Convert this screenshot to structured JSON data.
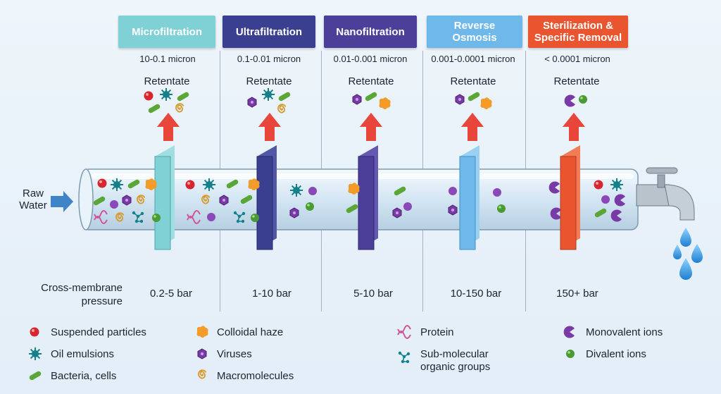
{
  "stages": [
    {
      "name": "Microfiltration",
      "range": "10-0.1 micron",
      "retentate": "Retentate",
      "pressure": "0.2-5 bar",
      "color": "#7fd1d6"
    },
    {
      "name": "Ultrafiltration",
      "range": "0.1-0.01 micron",
      "retentate": "Retentate",
      "pressure": "1-10 bar",
      "color": "#3b3f8f"
    },
    {
      "name": "Nanofiltration",
      "range": "0.01-0.001 micron",
      "retentate": "Retentate",
      "pressure": "5-10 bar",
      "color": "#4b3f9a"
    },
    {
      "name": "Reverse\nOsmosis",
      "range": "0.001-0.0001 micron",
      "retentate": "Retentate",
      "pressure": "10-150 bar",
      "color": "#6fb8ea"
    },
    {
      "name": "Sterilization &\nSpecific Removal",
      "range": "< 0.0001 micron",
      "retentate": "Retentate",
      "pressure": "150+ bar",
      "color": "#e8552f"
    }
  ],
  "raw_water": "Raw\nWater",
  "pressure_label": "Cross-membrane\npressure",
  "legend": [
    {
      "label": "Suspended particles",
      "icon": "suspended-particle-icon"
    },
    {
      "label": "Oil emulsions",
      "icon": "oil-emulsion-icon"
    },
    {
      "label": "Bacteria, cells",
      "icon": "bacteria-icon"
    },
    {
      "label": "Colloidal haze",
      "icon": "colloidal-haze-icon"
    },
    {
      "label": "Viruses",
      "icon": "virus-icon"
    },
    {
      "label": "Macromolecules",
      "icon": "macromolecule-icon"
    },
    {
      "label": "Protein",
      "icon": "protein-icon"
    },
    {
      "label": "Sub-molecular\norganic groups",
      "icon": "organic-group-icon"
    },
    {
      "label": "Monovalent ions",
      "icon": "monovalent-ion-icon"
    },
    {
      "label": "Divalent ions",
      "icon": "divalent-ion-icon"
    }
  ],
  "colors": {
    "arrow": "#e8463a",
    "pipe": "#cfe3f1",
    "red": "#d8262f",
    "teal": "#13808a",
    "green": "#5aa637",
    "orange": "#f39c2a",
    "purple": "#7a3aa6",
    "tan": "#d89a2e",
    "pink": "#d0559a"
  }
}
